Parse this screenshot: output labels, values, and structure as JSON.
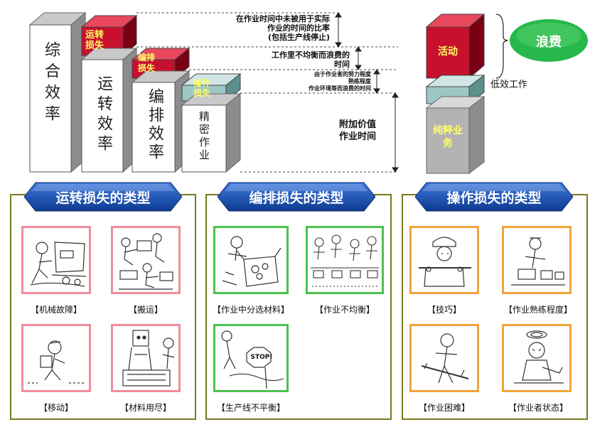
{
  "columns": {
    "col1": "综合效率",
    "col2": "运转效率",
    "col3": "编排效率",
    "col4": "精密作业"
  },
  "loss_boxes": {
    "running": "运转损失",
    "arrangement": "编排损失",
    "operation": "操作损失"
  },
  "notes": {
    "n1": [
      "在作业时间中未被用于实际",
      "作业的时间的比率",
      "(包括生产线停止)"
    ],
    "n2": [
      "工作里不均衡而浪费的",
      "时间"
    ],
    "n3": [
      "由于作业者的努力程度",
      "熟练程度",
      "作业环境等而浪费的时间"
    ],
    "n4": [
      "附加价值",
      "作业时间"
    ]
  },
  "right": {
    "waste": "浪费",
    "activity": "活动",
    "low_efficiency": "低效工作",
    "pure_work": "纯粹业务"
  },
  "colors": {
    "red": "#c8102e",
    "teal": "#9cc7c4",
    "gray": "#b3b3b3",
    "pill_blue": "#1c4fb3",
    "waste_green": "#27b84b",
    "panel_border": "#7a7a1e"
  },
  "panels": {
    "running": {
      "title": "运转损失的类型",
      "items": [
        "【机械故障】",
        "【搬运】",
        "【移动】",
        "【材料用尽】"
      ]
    },
    "arrangement": {
      "title": "编排损失的类型",
      "items": [
        "【作业中分选材料】",
        "【作业不均衡】",
        "【生产线不平衡】"
      ]
    },
    "operation": {
      "title": "操作损失的类型",
      "items": [
        "【技巧】",
        "【作业熟练程度】",
        "【作业困难】",
        "【作业者状态】"
      ]
    }
  },
  "stop_sign": "STOP!"
}
